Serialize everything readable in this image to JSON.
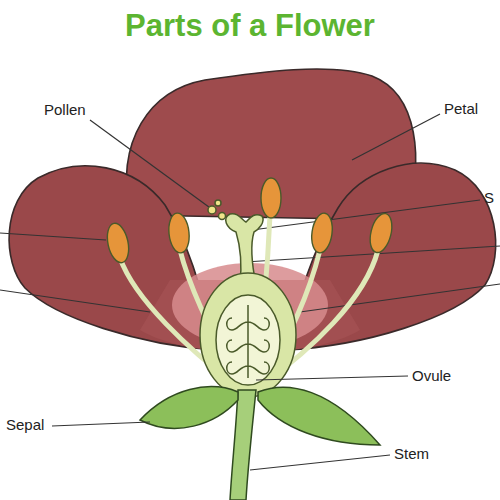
{
  "diagram": {
    "title": "Parts of a Flower",
    "labels": [
      "Pollen",
      "Petal",
      "S",
      "Ovule",
      "Sepal",
      "Stem"
    ]
  }
}
